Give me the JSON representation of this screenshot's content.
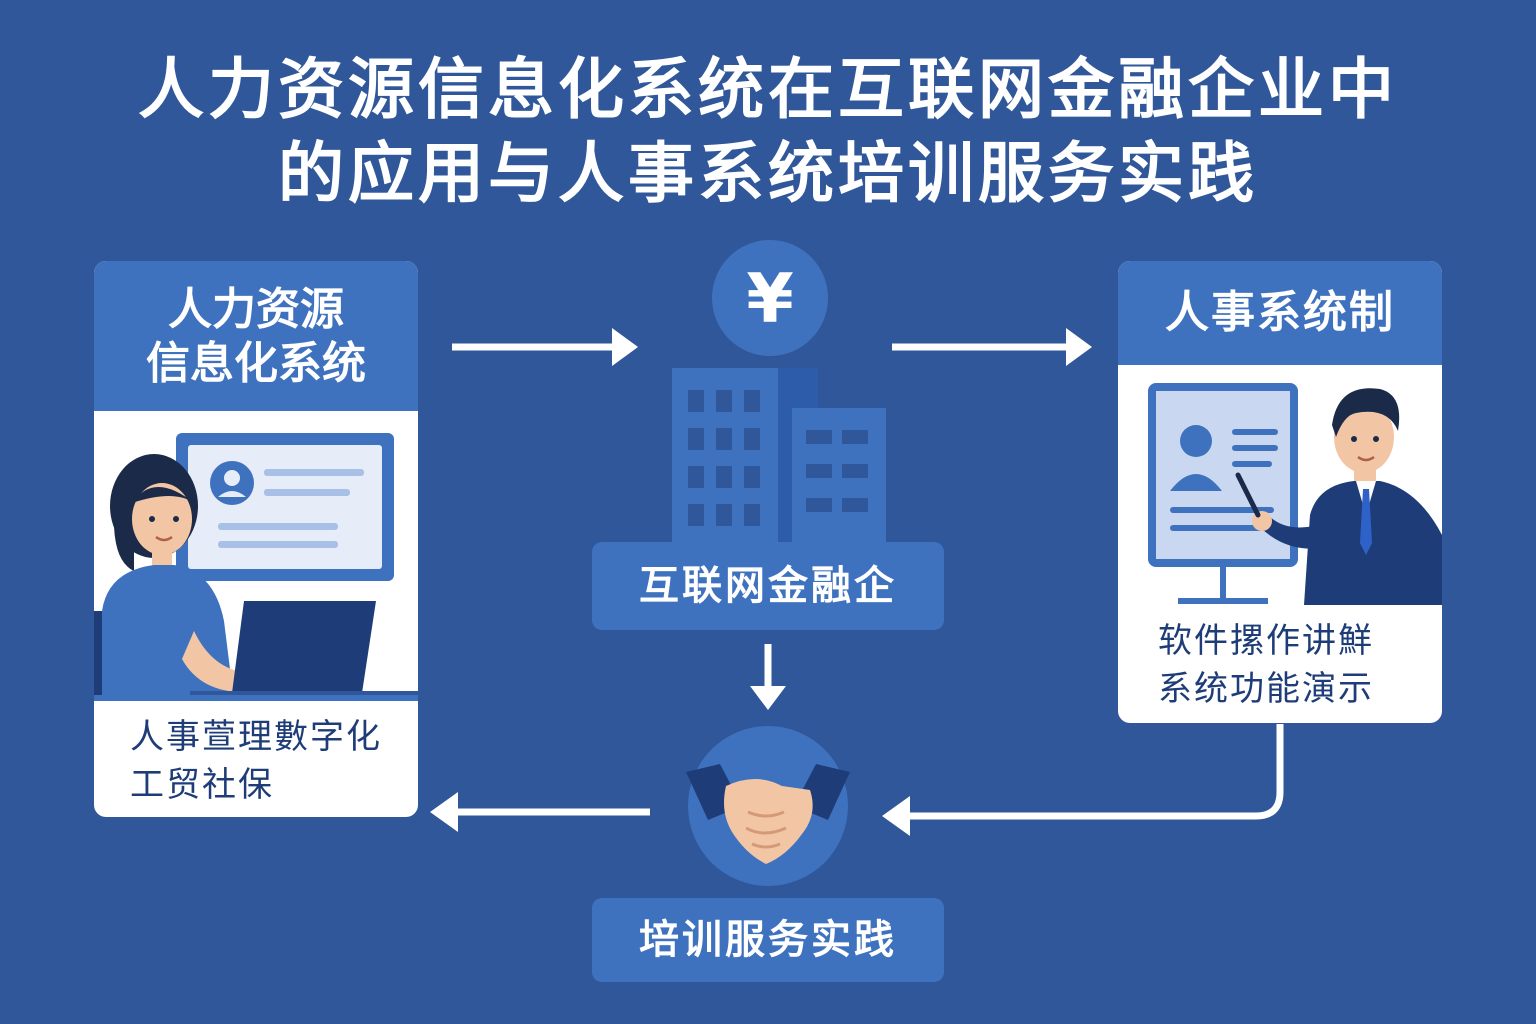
{
  "title": {
    "line1": "人力资源信息化系统在互联网金融企业中",
    "line2": "的应用与人事系统培训服务实践"
  },
  "left_card": {
    "header_line1": "人力资源",
    "header_line2": "信息化系统",
    "text_line1": "人事萱理數字化",
    "text_line2": "工贸社保"
  },
  "center": {
    "currency_symbol": "¥",
    "company_label": "互联网金融企",
    "training_label": "培训服务实践"
  },
  "right_card": {
    "header": "人事系统制",
    "text_line1": "软件摞作讲鮮",
    "text_line2": "系统功能演示"
  },
  "colors": {
    "background": "#2f579a",
    "panel_blue": "#3f72be",
    "white": "#ffffff",
    "dark_navy": "#1e3d78"
  }
}
